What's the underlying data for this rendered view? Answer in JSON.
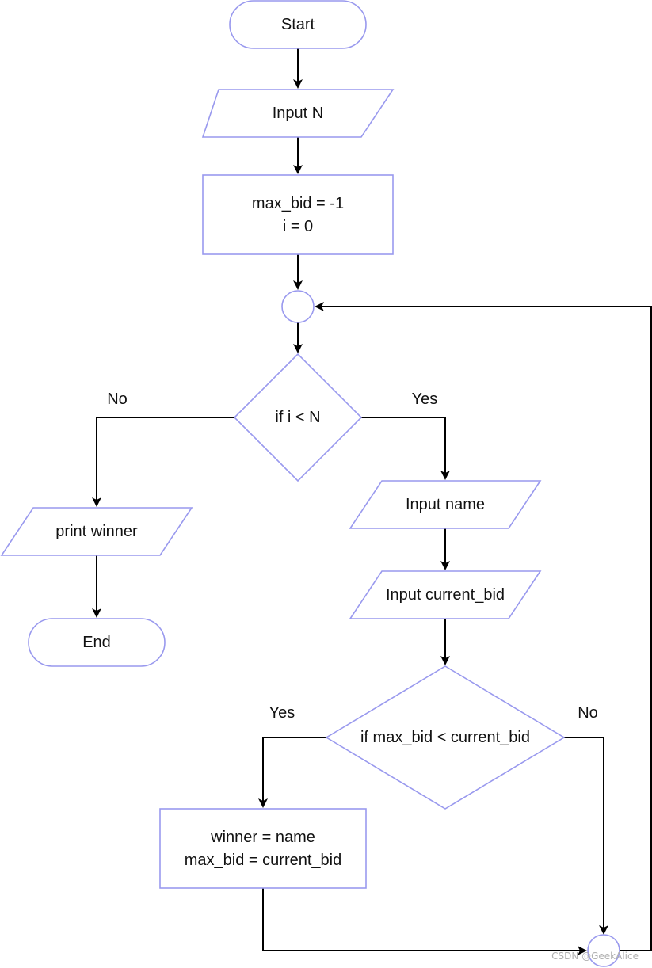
{
  "diagram": {
    "nodes": {
      "start": {
        "label": "Start"
      },
      "input_n": {
        "label": "Input N"
      },
      "init": {
        "lines": [
          "max_bid = -1",
          "i = 0"
        ]
      },
      "loop_cond": {
        "label": "if i < N"
      },
      "print_winner": {
        "label": "print winner"
      },
      "end": {
        "label": "End"
      },
      "input_name": {
        "label": "Input name"
      },
      "input_bid": {
        "label": "Input current_bid"
      },
      "bid_cond": {
        "label": "if max_bid < current_bid"
      },
      "update": {
        "lines": [
          "winner = name",
          "max_bid = current_bid"
        ]
      }
    },
    "edge_labels": {
      "loop_no": "No",
      "loop_yes": "Yes",
      "bid_yes": "Yes",
      "bid_no": "No"
    }
  },
  "watermark": "CSDN @GeekAlice",
  "colors": {
    "shape_stroke": "#9999ee",
    "edge": "#000000",
    "text": "#111111"
  }
}
